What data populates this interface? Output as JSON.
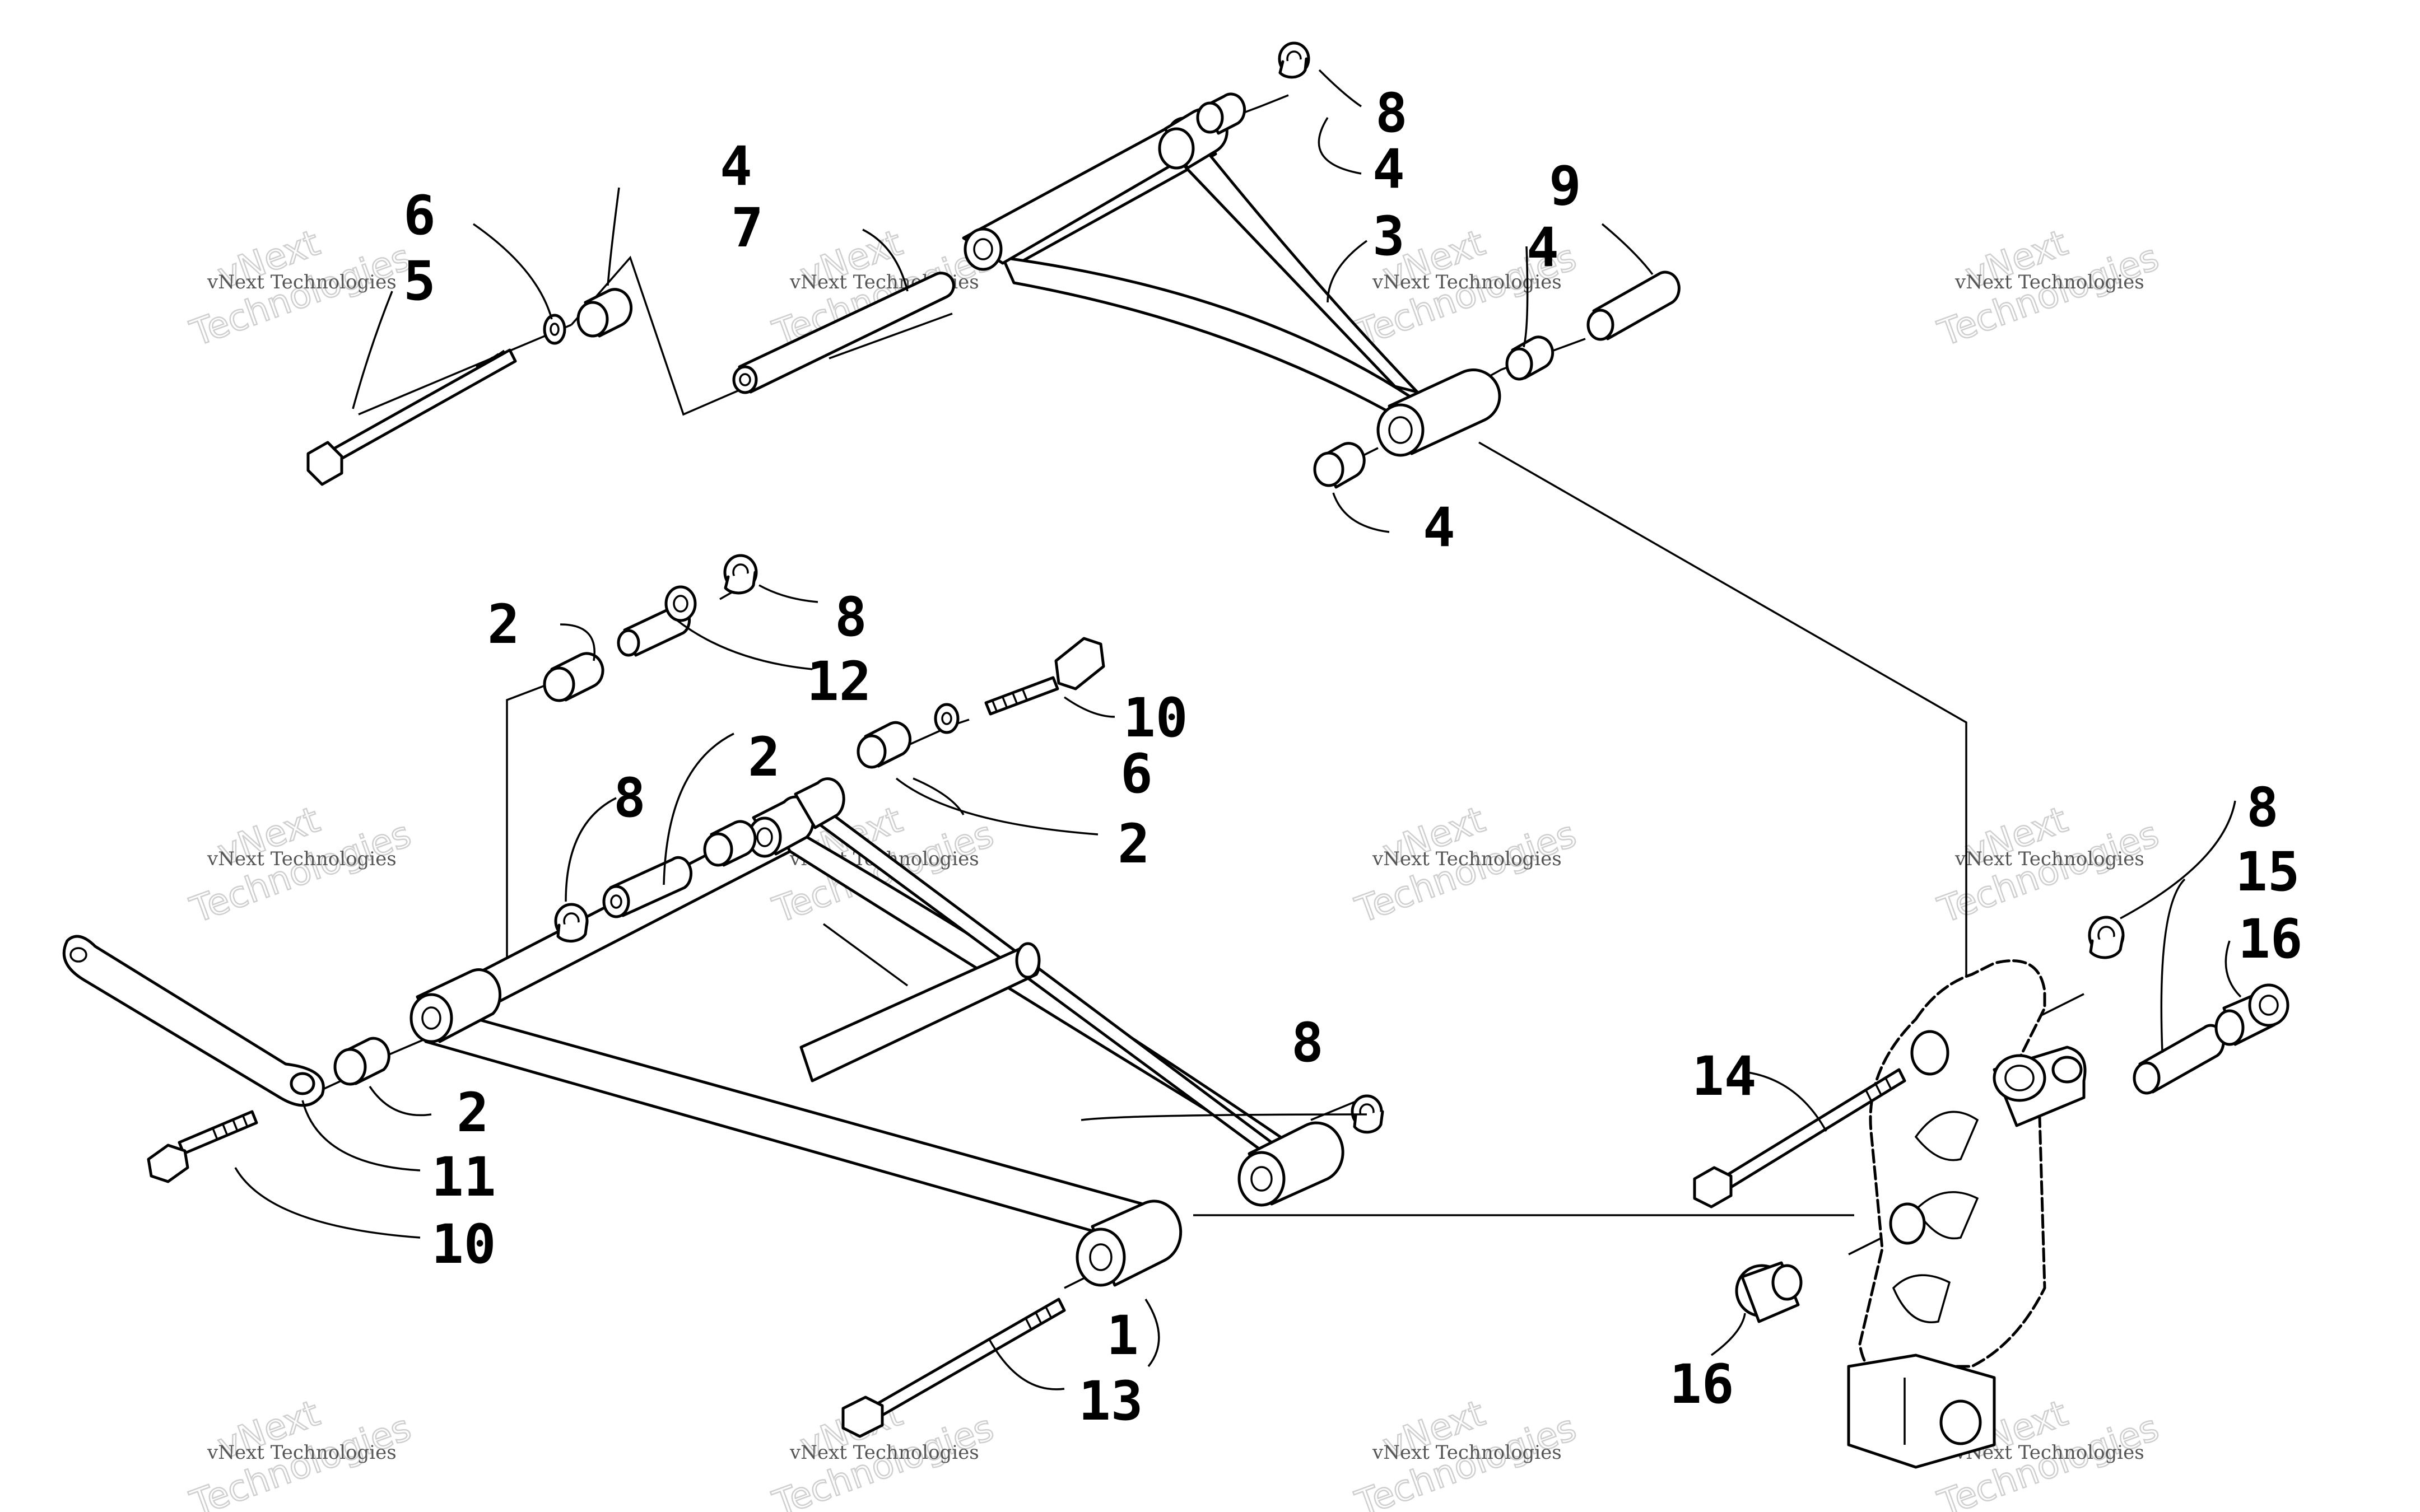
{
  "callouts": [
    {
      "id": "c1",
      "text": "1"
    },
    {
      "id": "c2a",
      "text": "2"
    },
    {
      "id": "c2b",
      "text": "2"
    },
    {
      "id": "c2c",
      "text": "2"
    },
    {
      "id": "c2d",
      "text": "2"
    },
    {
      "id": "c3",
      "text": "3"
    },
    {
      "id": "c4a",
      "text": "4"
    },
    {
      "id": "c4b",
      "text": "4"
    },
    {
      "id": "c4c",
      "text": "4"
    },
    {
      "id": "c4d",
      "text": "4"
    },
    {
      "id": "c5",
      "text": "5"
    },
    {
      "id": "c6a",
      "text": "6"
    },
    {
      "id": "c6b",
      "text": "6"
    },
    {
      "id": "c7",
      "text": "7"
    },
    {
      "id": "c8a",
      "text": "8"
    },
    {
      "id": "c8b",
      "text": "8"
    },
    {
      "id": "c8c",
      "text": "8"
    },
    {
      "id": "c8d",
      "text": "8"
    },
    {
      "id": "c8e",
      "text": "8"
    },
    {
      "id": "c9",
      "text": "9"
    },
    {
      "id": "c10a",
      "text": "10"
    },
    {
      "id": "c10b",
      "text": "10"
    },
    {
      "id": "c11",
      "text": "11"
    },
    {
      "id": "c12",
      "text": "12"
    },
    {
      "id": "c13",
      "text": "13"
    },
    {
      "id": "c14",
      "text": "14"
    },
    {
      "id": "c15",
      "text": "15"
    },
    {
      "id": "c16a",
      "text": "16"
    },
    {
      "id": "c16b",
      "text": "16"
    }
  ],
  "watermark": {
    "line1": "vNext Technologies",
    "line2": "vNext",
    "line3": "Technologies"
  }
}
